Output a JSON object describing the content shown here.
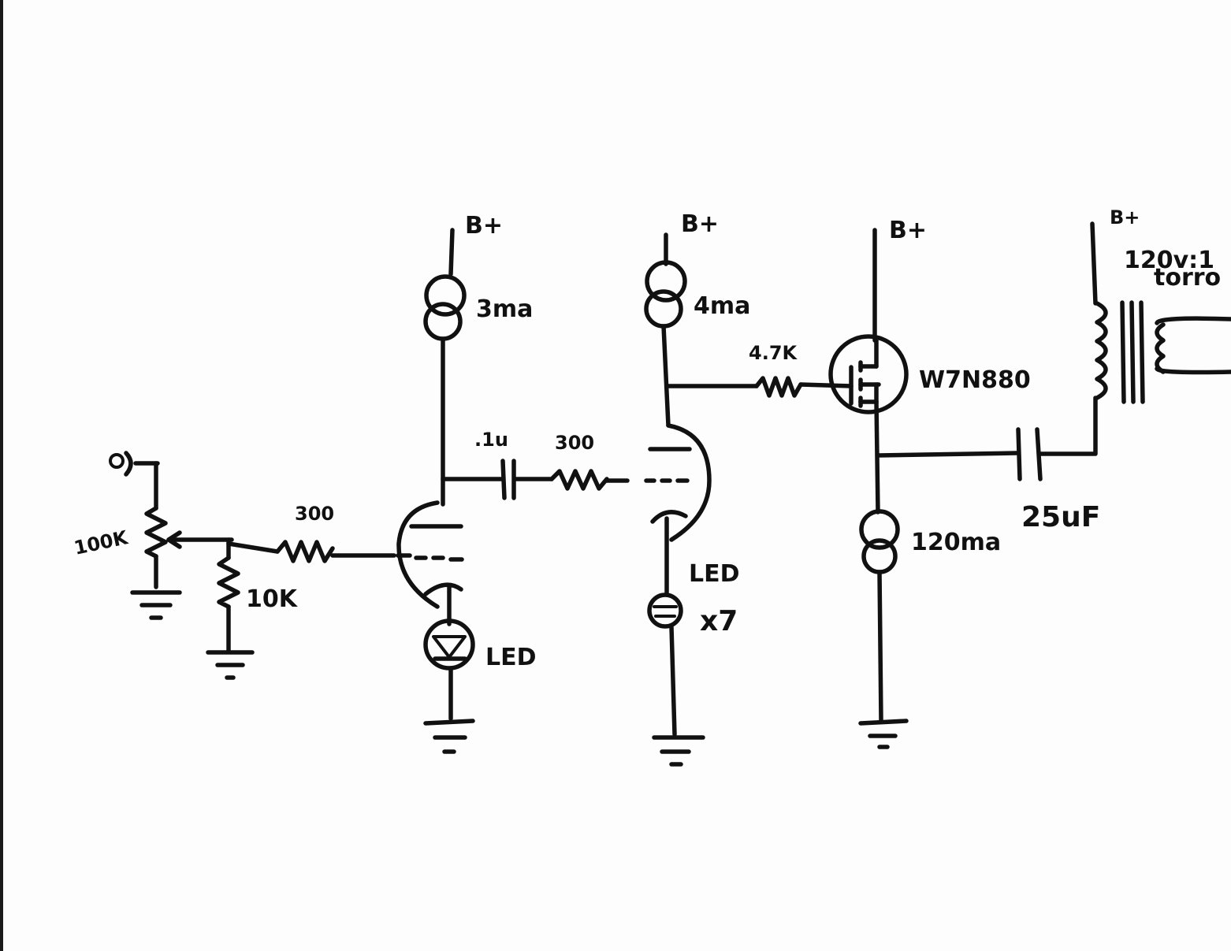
{
  "labels": {
    "bplus_1": "B+",
    "bplus_2": "B+",
    "bplus_3": "B+",
    "bplus_4": "B+",
    "ccs_1": "3ma",
    "ccs_2": "4ma",
    "ccs_3": "120ma",
    "pot": "100K",
    "r_shunt": "10K",
    "r_grid_1": "300",
    "r_grid_2": "300",
    "r_gate": "4.7K",
    "cap_coupling": ".1u",
    "cap_output": "25uF",
    "led_1": "LED",
    "led_2": "LED",
    "led_multiplier": "x7",
    "mosfet": "W7N880",
    "transformer_ratio": "120v:1",
    "transformer_type": "torro"
  },
  "colors": {
    "ink": "#111111",
    "paper": "#fdfdfd"
  }
}
